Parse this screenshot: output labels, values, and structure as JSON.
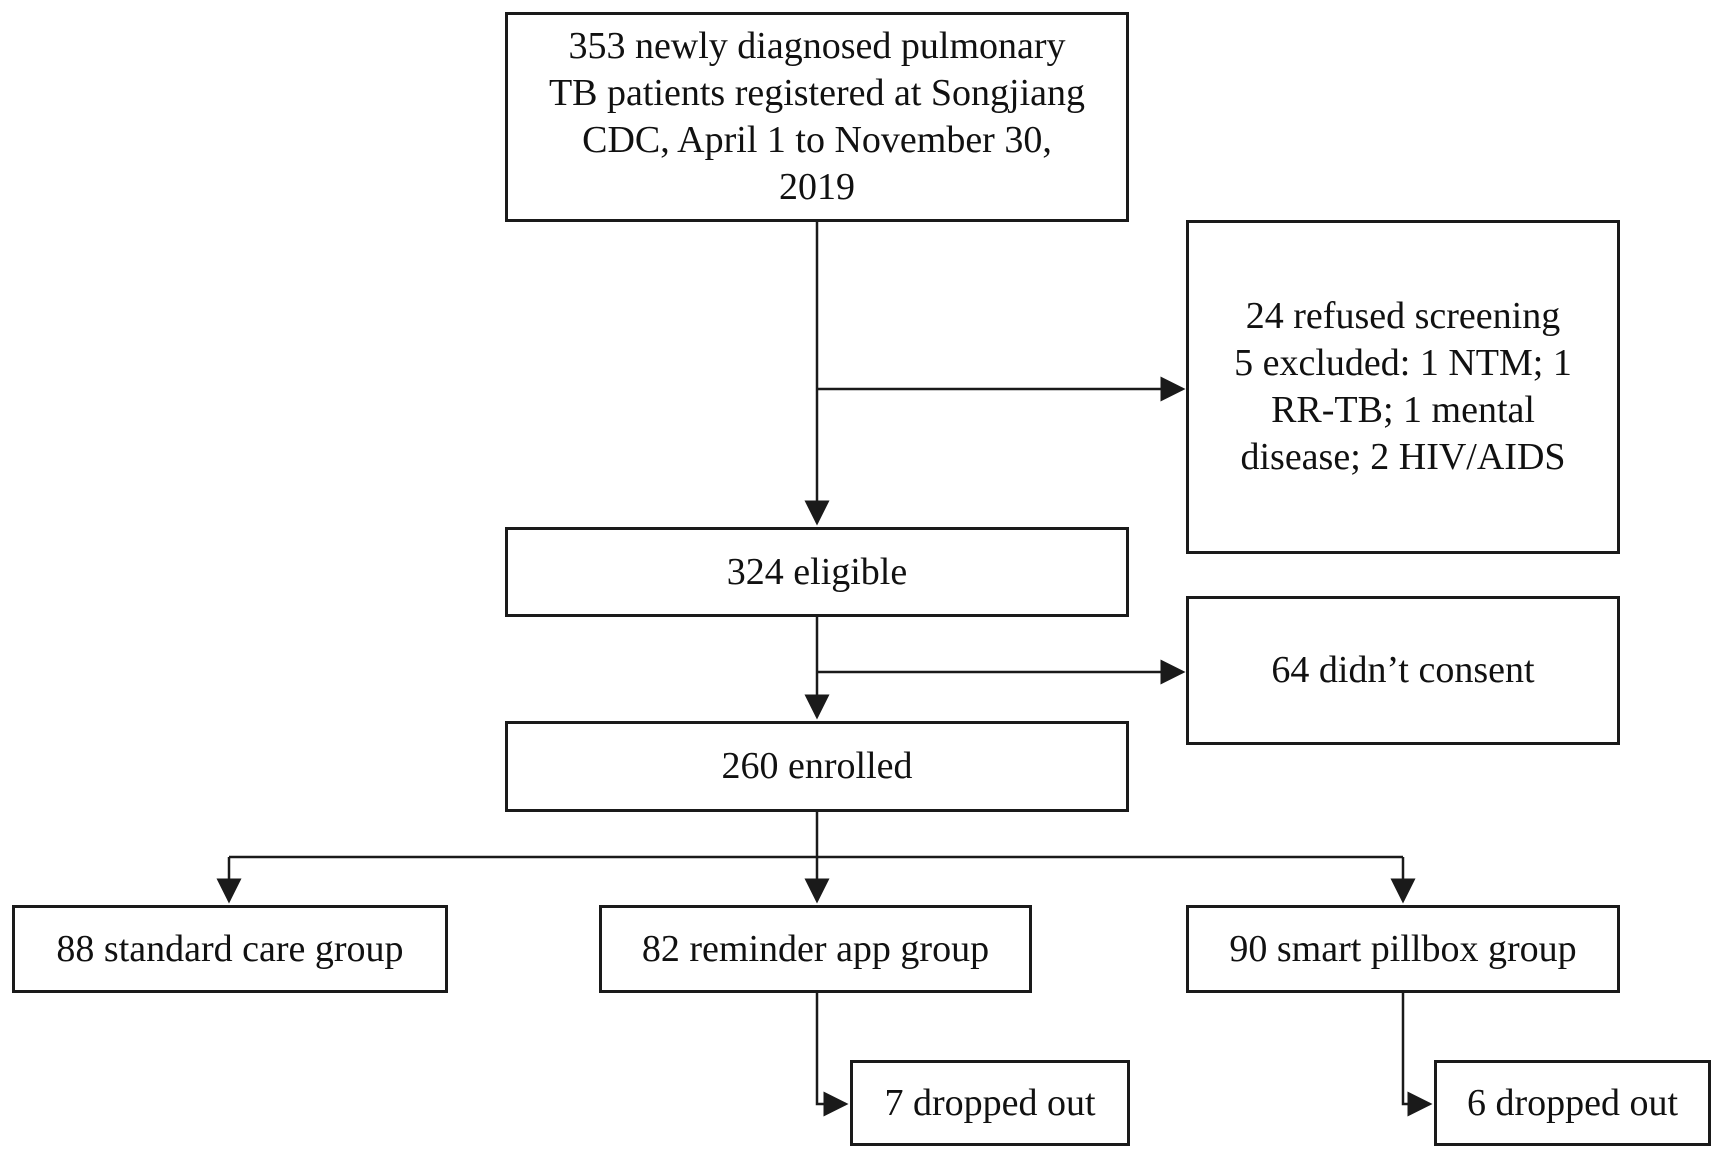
{
  "diagram": {
    "nodes": {
      "registered": {
        "lines": [
          "353 newly diagnosed pulmonary",
          "TB patients registered at Songjiang",
          "CDC, April 1 to November 30,",
          "2019"
        ]
      },
      "excluded": {
        "lines": [
          "24 refused screening",
          "5 excluded: 1 NTM; 1",
          "RR-TB; 1 mental",
          "disease; 2 HIV/AIDS"
        ]
      },
      "eligible": {
        "label": "324 eligible"
      },
      "no_consent": {
        "label": "64 didn’t consent"
      },
      "enrolled": {
        "label": "260 enrolled"
      },
      "standard_care": {
        "label": "88 standard care group"
      },
      "reminder_app": {
        "label": "82 reminder app group"
      },
      "smart_pillbox": {
        "label": "90 smart pillbox group"
      },
      "app_dropout": {
        "label": "7 dropped out"
      },
      "pillbox_dropout": {
        "label": "6 dropped out"
      }
    },
    "colors": {
      "line": "#1a1a1a",
      "background": "#ffffff"
    }
  }
}
